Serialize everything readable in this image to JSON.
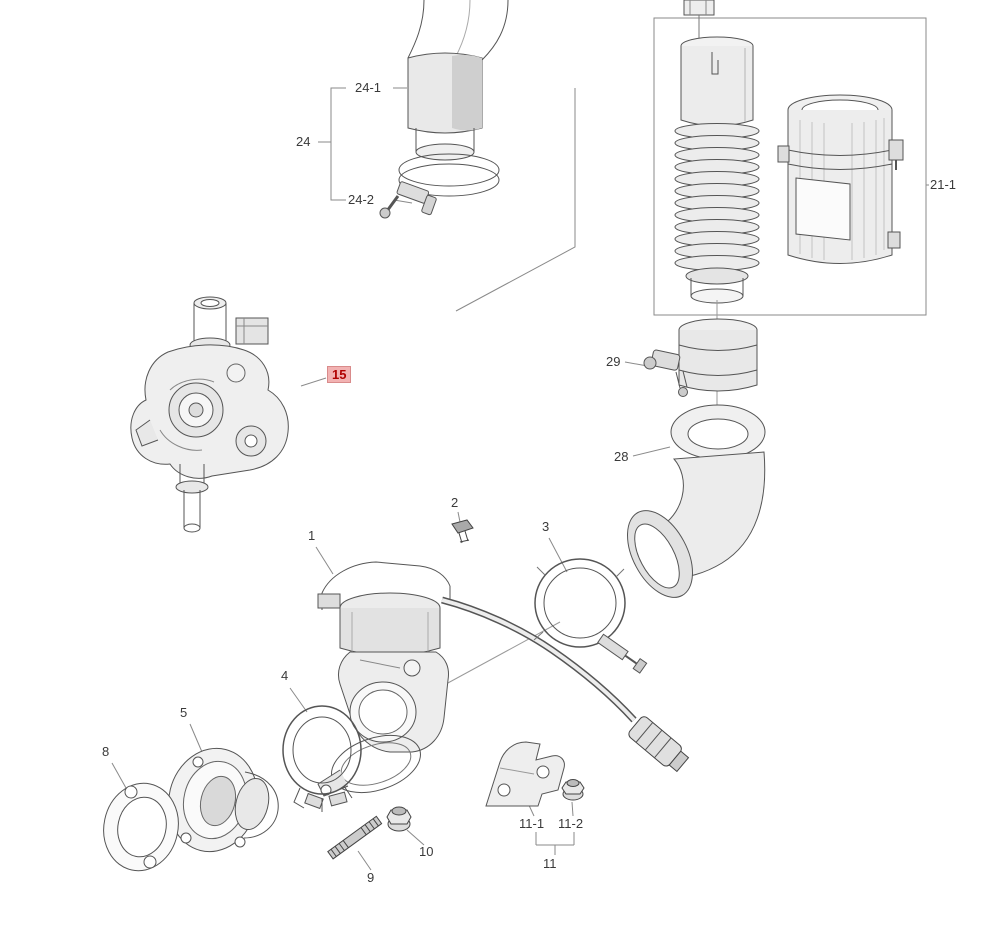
{
  "diagram": {
    "type": "exploded-parts-diagram",
    "description": "Automotive air intake / turbo actuator exploded parts view",
    "background_color": "#ffffff",
    "line_color": "#555555",
    "highlight": {
      "text_color": "#b00000",
      "background_color": "#f2b2b2",
      "applies_to": "15"
    },
    "callouts": [
      {
        "id": "24-1",
        "label": "24-1",
        "highlighted": false
      },
      {
        "id": "24",
        "label": "24",
        "highlighted": false
      },
      {
        "id": "24-2",
        "label": "24-2",
        "highlighted": false
      },
      {
        "id": "21-1",
        "label": "21-1",
        "highlighted": false
      },
      {
        "id": "29",
        "label": "29",
        "highlighted": false
      },
      {
        "id": "28",
        "label": "28",
        "highlighted": false
      },
      {
        "id": "15",
        "label": "15",
        "highlighted": true
      },
      {
        "id": "2",
        "label": "2",
        "highlighted": false
      },
      {
        "id": "1",
        "label": "1",
        "highlighted": false
      },
      {
        "id": "3",
        "label": "3",
        "highlighted": false
      },
      {
        "id": "4",
        "label": "4",
        "highlighted": false
      },
      {
        "id": "5",
        "label": "5",
        "highlighted": false
      },
      {
        "id": "8",
        "label": "8",
        "highlighted": false
      },
      {
        "id": "9",
        "label": "9",
        "highlighted": false
      },
      {
        "id": "10",
        "label": "10",
        "highlighted": false
      },
      {
        "id": "11-1",
        "label": "11-1",
        "highlighted": false
      },
      {
        "id": "11-2",
        "label": "11-2",
        "highlighted": false
      },
      {
        "id": "11",
        "label": "11",
        "highlighted": false
      }
    ]
  }
}
